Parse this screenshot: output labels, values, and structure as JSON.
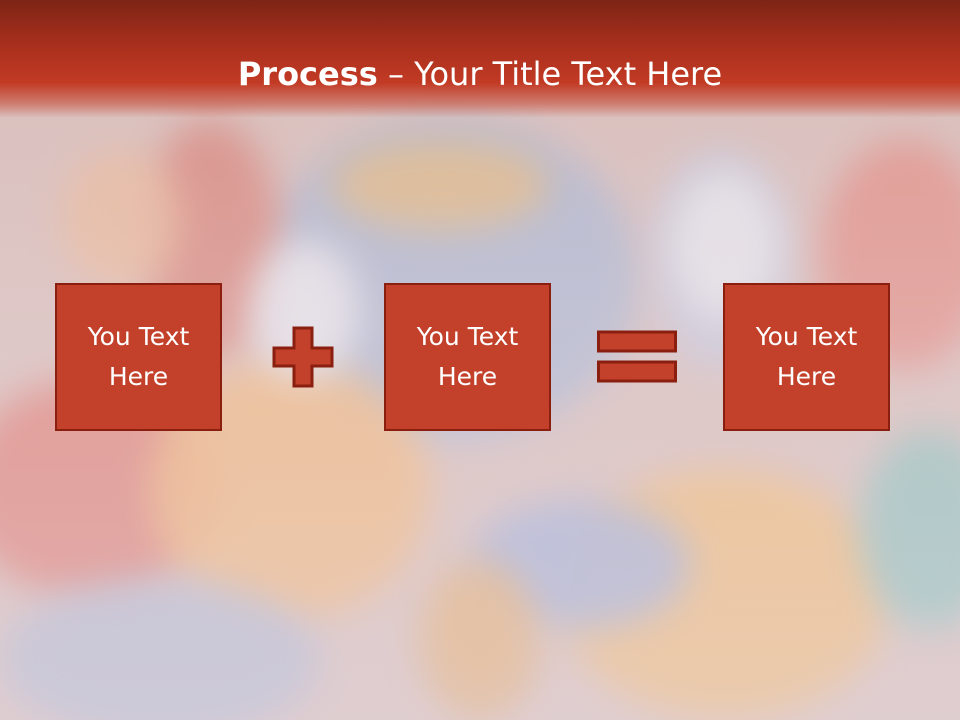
{
  "slide": {
    "title_bold": "Process",
    "title_rest": " – Your Title Text Here"
  },
  "boxes": [
    {
      "label": "You Text Here"
    },
    {
      "label": "You Text Here"
    },
    {
      "label": "You Text Here"
    }
  ],
  "operators": [
    "plus",
    "equals"
  ],
  "colors": {
    "title_bar": "#a52e1c",
    "box_fill": "#c3402a",
    "box_border": "#8a1f10",
    "text": "#ffffff"
  }
}
